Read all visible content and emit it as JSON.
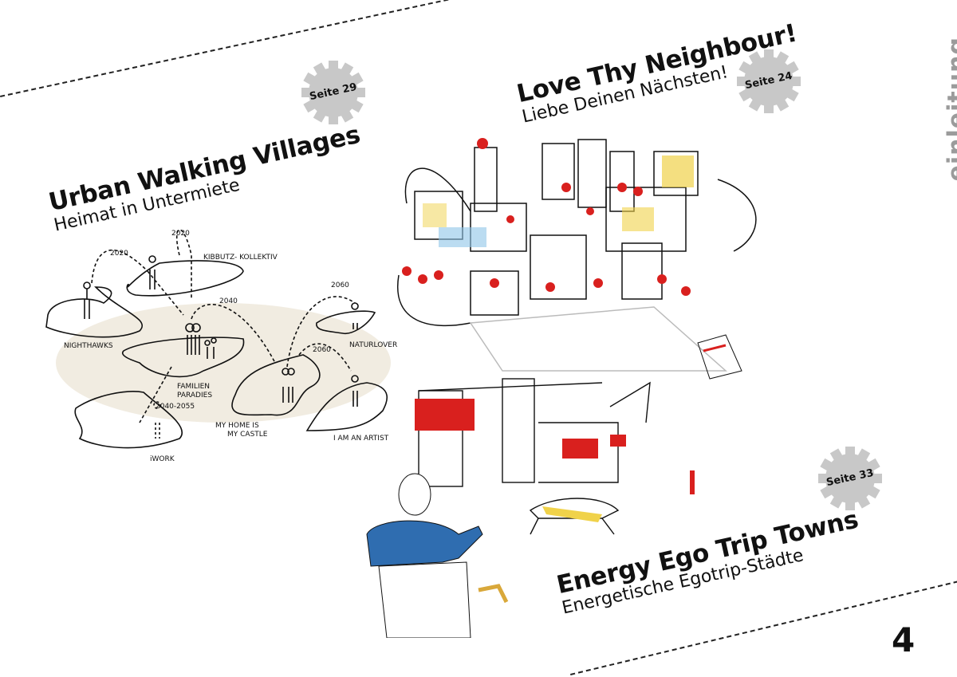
{
  "section_label": "einleitung",
  "page_number": "4",
  "articles": [
    {
      "title": "Urban Walking Villages",
      "subtitle": "Heimat in Untermiete",
      "page_ref": "Seite 29"
    },
    {
      "title": "Love Thy Neighbour!",
      "subtitle": "Liebe Deinen Nächsten!",
      "page_ref": "Seite 24"
    },
    {
      "title": "Energy Ego Trip Towns",
      "subtitle": "Energetische Egotrip-Städte",
      "page_ref": "Seite 33"
    }
  ],
  "sketch_labels": {
    "kibbutz": "KIBBUTZ- KOLLEKTIV",
    "nighthawks": "NIGHTHAWKS",
    "familien1": "FAMILIEN",
    "familien2": "PARADIES",
    "naturlover": "NATURLOVER",
    "home1": "MY HOME IS",
    "home2": "MY CASTLE",
    "artist": "I AM AN ARTIST",
    "iwork": "iWORK",
    "y2020a": "2020",
    "y2020b": "2020",
    "y2040": "2040",
    "y2060a": "2060",
    "y2060b": "2060",
    "y2040_2055": "2040-2055"
  },
  "colors": {
    "gear": "#c8c8c8",
    "accent_red": "#d9201e",
    "yellow": "#f0d24a",
    "blue_jacket": "#2f6db0",
    "sand": "#efe9dc"
  }
}
